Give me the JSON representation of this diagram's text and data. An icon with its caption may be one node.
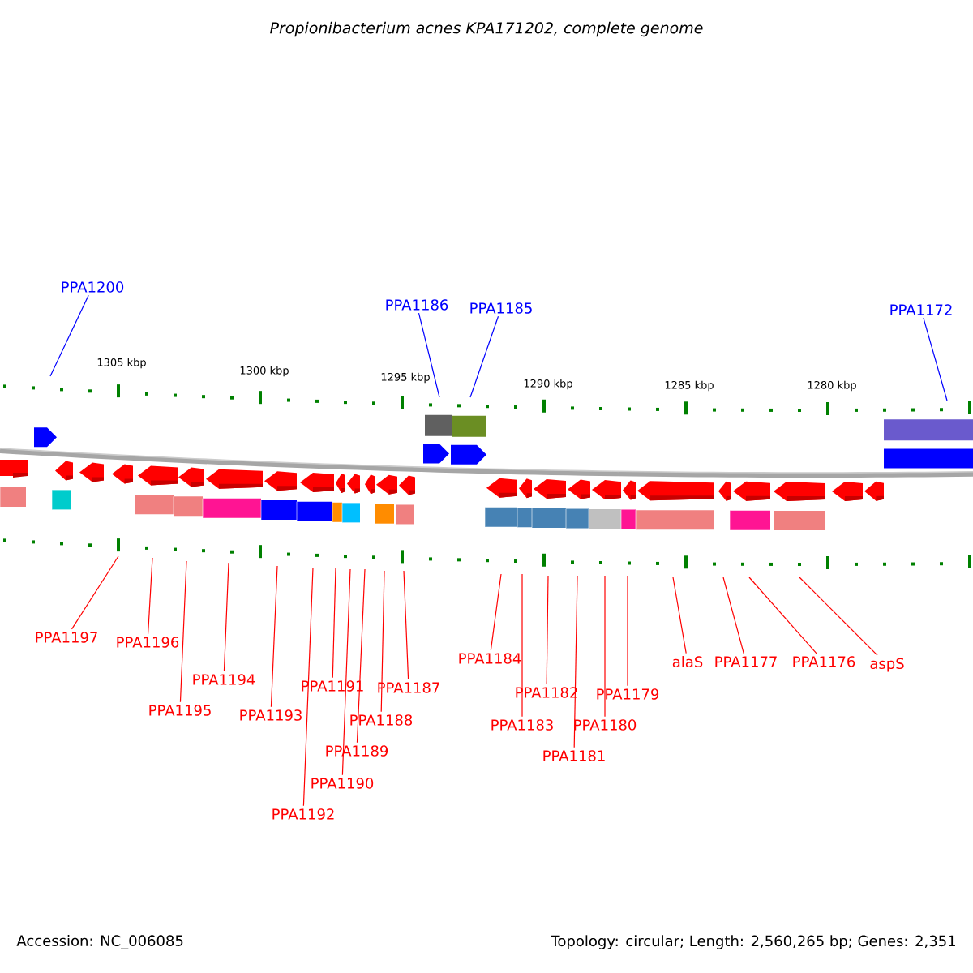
{
  "diagram": {
    "title": "Propionibacterium acnes KPA171202, complete genome",
    "nodes": [
      {
        "text": [
          "PPA1200"
        ]
      },
      {
        "text": [
          "PPA1186"
        ]
      },
      {
        "text": [
          "PPA1185"
        ]
      },
      {
        "text": [
          "PPA1172"
        ]
      },
      {
        "text": [
          "PPA1197"
        ]
      },
      {
        "text": [
          "PPA1196"
        ]
      },
      {
        "text": [
          "PPA1195"
        ]
      },
      {
        "text": [
          "PPA1194"
        ]
      },
      {
        "text": [
          "PPA1193"
        ]
      },
      {
        "text": [
          "PPA1192"
        ]
      },
      {
        "text": [
          "PPA1191"
        ]
      },
      {
        "text": [
          "PPA1190"
        ]
      },
      {
        "text": [
          "PPA1189"
        ]
      },
      {
        "text": [
          "PPA1188"
        ]
      },
      {
        "text": [
          "PPA1187"
        ]
      },
      {
        "text": [
          "PPA1184"
        ]
      },
      {
        "text": [
          "PPA1183"
        ]
      },
      {
        "text": [
          "PPA1182"
        ]
      },
      {
        "text": [
          "PPA1181"
        ]
      },
      {
        "text": [
          "PPA1180"
        ]
      },
      {
        "text": [
          "PPA1179"
        ]
      },
      {
        "text": [
          "alaS"
        ]
      },
      {
        "text": [
          "PPA1177"
        ]
      },
      {
        "text": [
          "PPA1176"
        ]
      },
      {
        "text": [
          "aspS"
        ]
      }
    ],
    "edges": [
      {
        "from": 0,
        "to": null,
        "arrow": "none",
        "color": "#0000ff"
      },
      {
        "from": 1,
        "to": null,
        "arrow": "none",
        "color": "#0000ff"
      },
      {
        "from": 2,
        "to": null,
        "arrow": "none",
        "color": "#0000ff"
      },
      {
        "from": 3,
        "to": null,
        "arrow": "none",
        "color": "#0000ff"
      },
      {
        "from": 4,
        "to": null,
        "arrow": "none"
      },
      {
        "from": 5,
        "to": null,
        "arrow": "none"
      },
      {
        "from": 6,
        "to": null,
        "arrow": "none"
      },
      {
        "from": 7,
        "to": null,
        "arrow": "none"
      },
      {
        "from": 8,
        "to": null,
        "arrow": "none"
      },
      {
        "from": 9,
        "to": null,
        "arrow": "none"
      },
      {
        "from": 10,
        "to": null,
        "arrow": "none"
      },
      {
        "from": 11,
        "to": null,
        "arrow": "none"
      },
      {
        "from": 12,
        "to": null,
        "arrow": "none"
      },
      {
        "from": 13,
        "to": null,
        "arrow": "none"
      },
      {
        "from": 14,
        "to": null,
        "arrow": "none"
      },
      {
        "from": 15,
        "to": null,
        "arrow": "none"
      },
      {
        "from": 16,
        "to": null,
        "arrow": "none"
      },
      {
        "from": 17,
        "to": null,
        "arrow": "none"
      },
      {
        "from": 18,
        "to": null,
        "arrow": "none"
      },
      {
        "from": 19,
        "to": null,
        "arrow": "none"
      },
      {
        "from": 20,
        "to": null,
        "arrow": "none"
      },
      {
        "from": 21,
        "to": null,
        "arrow": "none"
      },
      {
        "from": 22,
        "to": null,
        "arrow": "none"
      },
      {
        "from": 23,
        "to": null,
        "arrow": "none"
      },
      {
        "from": 24,
        "to": null,
        "arrow": "none"
      }
    ],
    "labels": [
      "1305 kbp",
      "1300 kbp",
      "1295 kbp",
      "1290 kbp",
      "1285 kbp",
      "1280 kbp",
      "Accession: NC_006085",
      "Topology: circular; Length: 2,560,265 bp; Genes: 2,351"
    ]
  }
}
